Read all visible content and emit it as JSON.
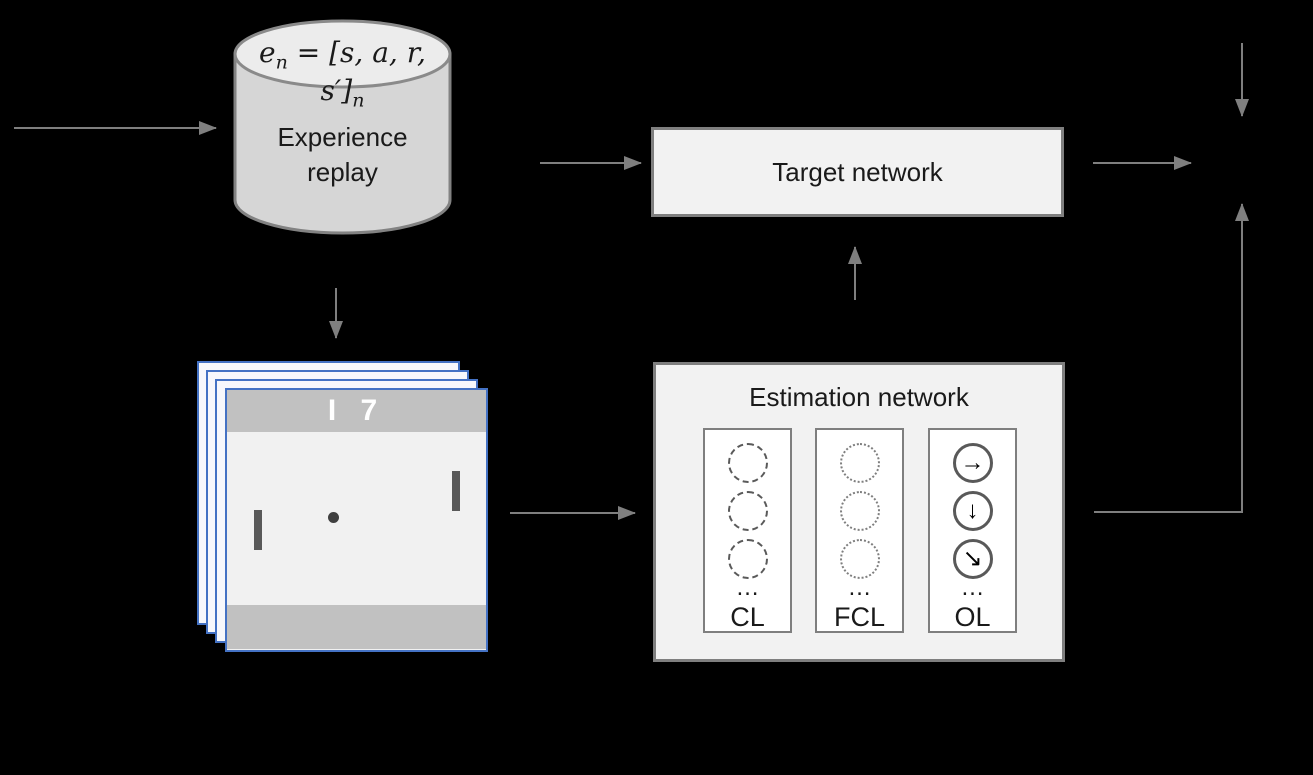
{
  "colors": {
    "background": "#000000",
    "box_fill": "#f2f2f2",
    "box_border": "#7f7f7f",
    "arrow": "#7f7f7f",
    "cylinder_fill": "#d6d6d6",
    "frame_border": "#4472c4",
    "score_text": "#ffffff"
  },
  "experience_replay": {
    "formula": {
      "var": "e",
      "var_sub": "n",
      "rest": " = [s, a, r, s′]",
      "rest_sub": "n"
    },
    "label_line1": "Experience",
    "label_line2": "replay"
  },
  "target_network": {
    "label": "Target network"
  },
  "estimation_network": {
    "title": "Estimation network",
    "layers": [
      {
        "label": "CL",
        "ellipsis": "…",
        "neuron_style": "dashed"
      },
      {
        "label": "FCL",
        "ellipsis": "…",
        "neuron_style": "dotted"
      },
      {
        "label": "OL",
        "ellipsis": "…",
        "neuron_style": "solid",
        "neuron_icons": [
          "→",
          "↓",
          "↘"
        ]
      }
    ]
  },
  "game_frames": {
    "score": "I 7"
  }
}
